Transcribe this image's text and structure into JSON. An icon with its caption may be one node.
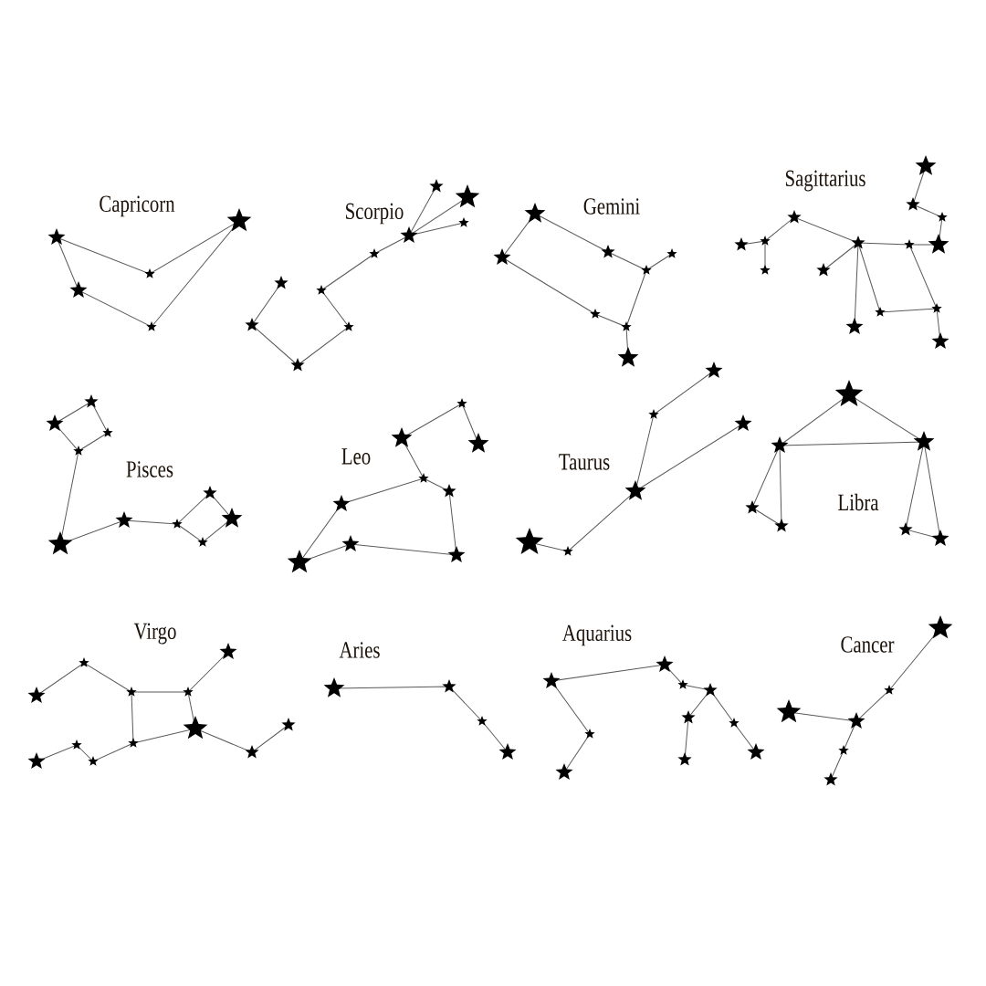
{
  "diagram": {
    "labels": [
      "Capricorn",
      "Scorpio",
      "Gemini",
      "Sagittarius",
      "Pisces",
      "Leo",
      "Taurus",
      "Libra",
      "Virgo",
      "Aries",
      "Aquarius",
      "Cancer"
    ]
  }
}
